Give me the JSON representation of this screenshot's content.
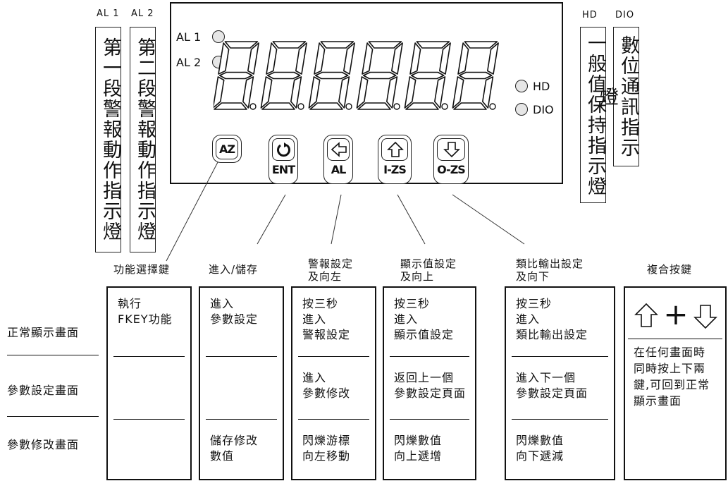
{
  "left_indicators": {
    "al1_label": "AL 1",
    "al2_label": "AL 2",
    "al1_text": "第一段警報動作指示燈",
    "al2_text": "第二段警報動作指示燈"
  },
  "right_indicators": {
    "hd_label": "HD",
    "dio_label": "DIO",
    "hd_text": "一般值保持指示燈",
    "dio_text": "數位通訊指示燈"
  },
  "panel": {
    "led_al1": "AL 1",
    "led_al2": "AL 2",
    "led_hd": "HD",
    "led_dio": "DIO",
    "digit_count": 6
  },
  "keys": {
    "az": "AZ",
    "ent": "ENT",
    "al": "AL",
    "izs": "I-ZS",
    "ozs": "O-ZS",
    "ent_icon": "rotate-icon",
    "al_icon": "arrow-left-icon",
    "izs_icon": "arrow-up-icon",
    "ozs_icon": "arrow-down-icon"
  },
  "headers": {
    "func": "功能選擇鍵",
    "enter": "進入/儲存",
    "alarm": "警報設定\n及向左",
    "display": "顯示值設定\n及向上",
    "analog": "類比輸出設定\n及向下",
    "combo": "複合按鍵"
  },
  "row_labels": [
    "正常顯示畫面",
    "參數設定畫面",
    "參數修改畫面"
  ],
  "table": {
    "func": [
      "執行\nFKEY功能",
      "",
      ""
    ],
    "enter": [
      "進入\n參數設定",
      "",
      "儲存修改\n數值"
    ],
    "alarm": [
      "按三秒\n進入\n警報設定",
      "進入\n參數修改",
      "閃爍游標\n向左移動"
    ],
    "display": [
      "按三秒\n進入\n顯示值設定",
      "返回上一個\n參數設定頁面",
      "閃爍數值\n向上遞增"
    ],
    "analog": [
      "按三秒\n進入\n類比輸出設定",
      "進入下一個\n參數設定頁面",
      "閃爍數值\n向下遞減"
    ]
  },
  "combo": {
    "plus": "+",
    "text": "在任何畫面時\n同時按上下兩\n鍵,可回到正常\n顯示畫面"
  }
}
